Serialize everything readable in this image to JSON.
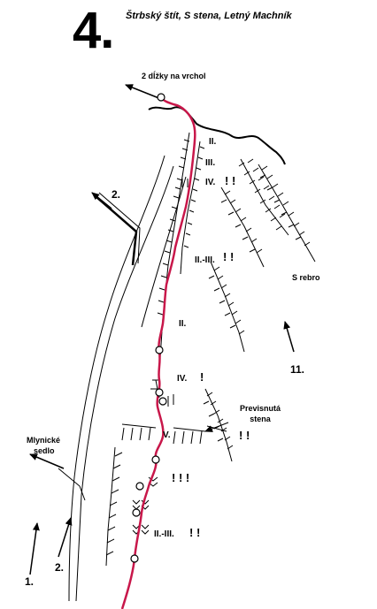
{
  "header": {
    "number": "4.",
    "subtitle": "Štrbský štít, S stena, Letný Machník"
  },
  "labels": {
    "summit_direction": "2 dĺžky na vrchol",
    "descent_arrow_2_top": "2.",
    "s_rebro": "S rebro",
    "approach_11": "11.",
    "previsnuta_line1": "Previsnutá",
    "previsnuta_line2": "stena",
    "previsnuta_excl": "! !",
    "mlynicke_line1": "Mlynické",
    "mlynicke_line2": "sedlo",
    "approach_1": "1.",
    "approach_2_bottom": "2."
  },
  "grades": {
    "g1": "II.",
    "g2": "III.",
    "g3": "IV.",
    "g3_excl": "! !",
    "g4": "II.-III.",
    "g4_excl": "! !",
    "g5": "II.",
    "g6": "IV.",
    "g6_excl": "!",
    "g7": "V.",
    "g8_excl": "! ! !",
    "g9": "II.-III.",
    "g9_excl": "! !"
  },
  "colors": {
    "route": "#c8174a",
    "ink": "#000000",
    "background": "#ffffff"
  }
}
